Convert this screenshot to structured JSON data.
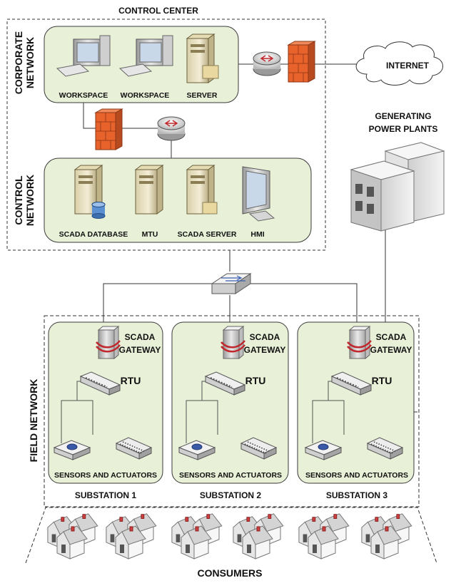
{
  "control_center": {
    "title": "CONTROL CENTER",
    "corporate_network": {
      "label_line1": "CORPORATE",
      "label_line2": "NETWORK",
      "devices": [
        "WORKSPACE",
        "WORKSPACE",
        "SERVER"
      ]
    },
    "control_network": {
      "label_line1": "CONTROL",
      "label_line2": "NETWORK",
      "devices": [
        "SCADA DATABASE",
        "MTU",
        "SCADA SERVER",
        "HMI"
      ]
    }
  },
  "internet": {
    "label": "INTERNET"
  },
  "power_plants": {
    "label_line1": "GENERATING",
    "label_line2": "POWER PLANTS"
  },
  "field_network": {
    "label": "FIELD NETWORK",
    "substations": [
      {
        "name": "SUBSTATION 1",
        "gateway_line1": "SCADA",
        "gateway_line2": "GATEWAY",
        "rtu": "RTU",
        "sensors": "SENSORS AND ACTUATORS"
      },
      {
        "name": "SUBSTATION 2",
        "gateway_line1": "SCADA",
        "gateway_line2": "GATEWAY",
        "rtu": "RTU",
        "sensors": "SENSORS AND ACTUATORS"
      },
      {
        "name": "SUBSTATION 3",
        "gateway_line1": "SCADA",
        "gateway_line2": "GATEWAY",
        "rtu": "RTU",
        "sensors": "SENSORS AND ACTUATORS"
      }
    ]
  },
  "consumers": {
    "label": "CONSUMERS"
  },
  "colors": {
    "panel_fill": "#e8f0d8",
    "panel_stroke": "#3a3a3a",
    "firewall": "#e8622c",
    "gateway_band": "#c0282d",
    "house_roof": "#d9d9d9",
    "house_chimney": "#d04040"
  }
}
